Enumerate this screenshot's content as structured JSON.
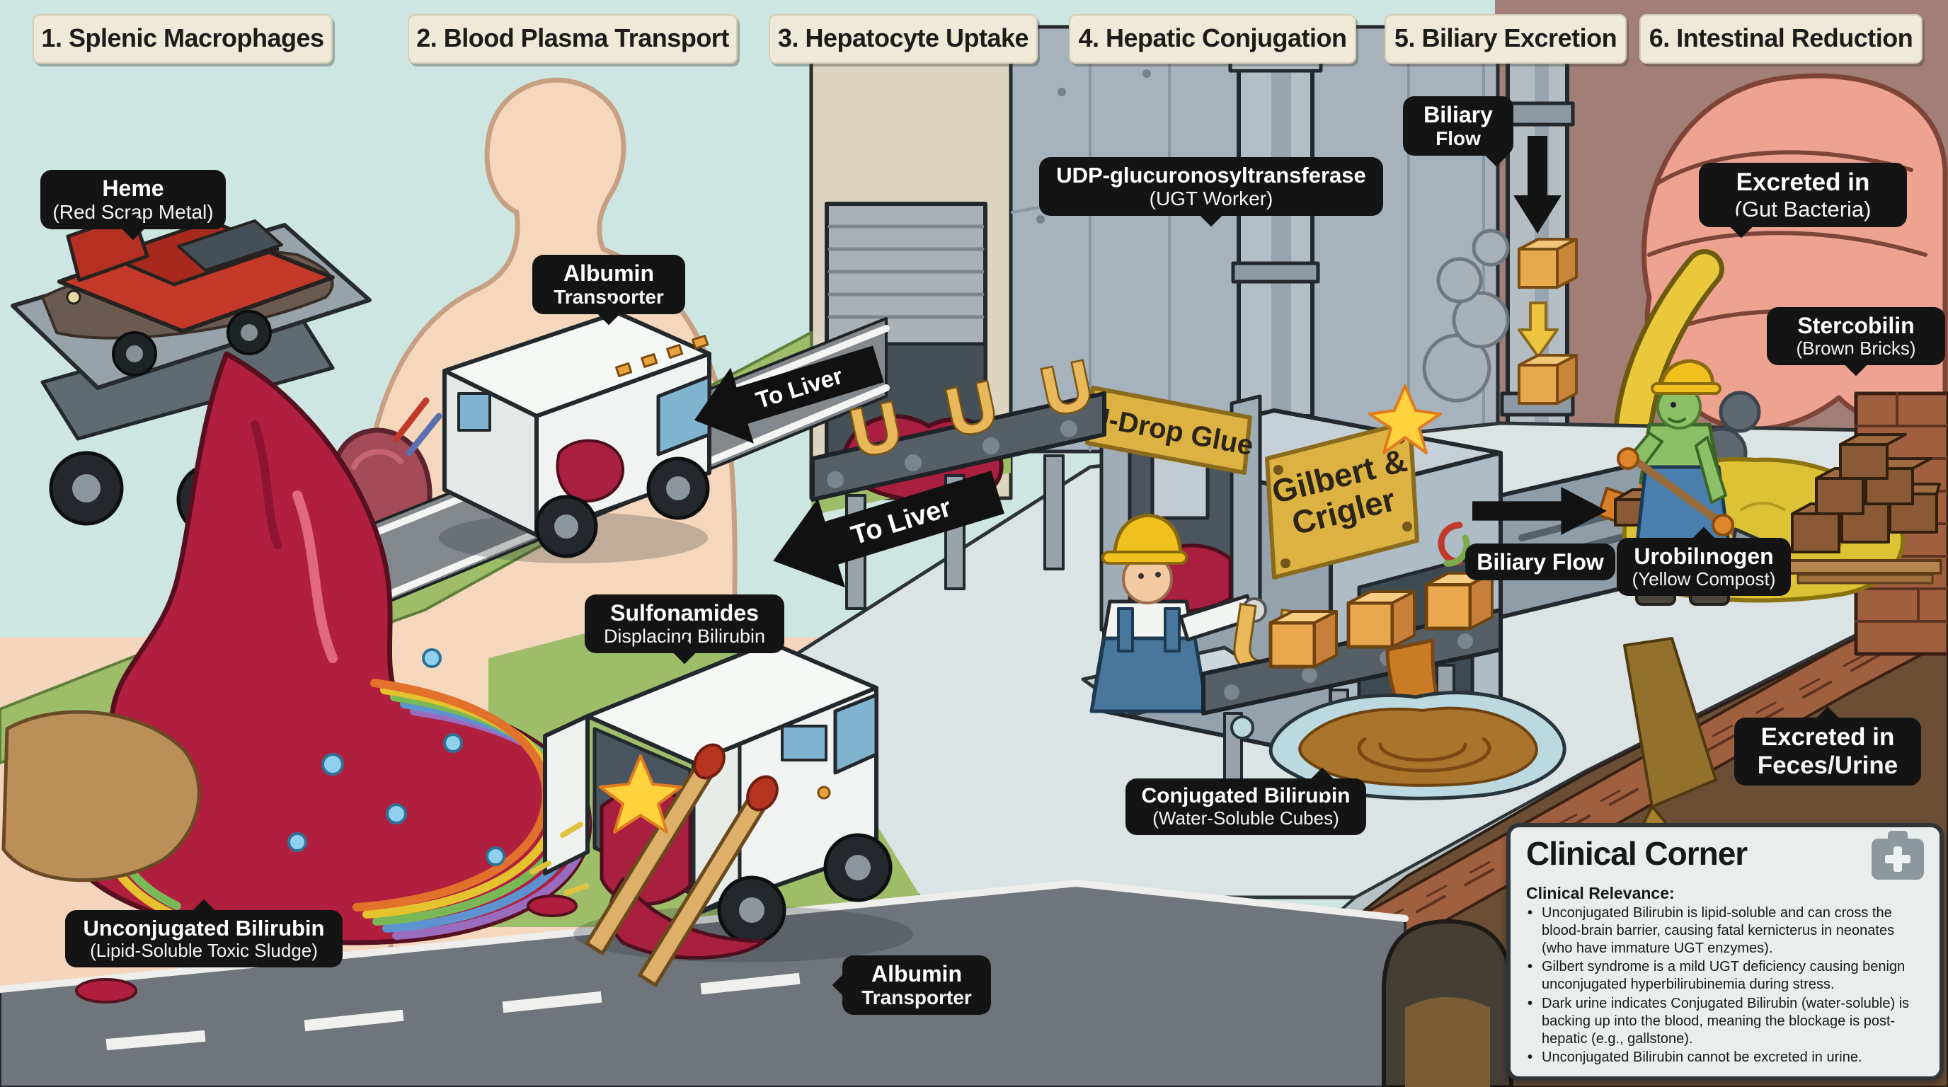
{
  "stages": [
    {
      "label": "1. Splenic Macrophages"
    },
    {
      "label": "2. Blood Plasma Transport"
    },
    {
      "label": "3. Hepatocyte Uptake"
    },
    {
      "label": "4. Hepatic Conjugation"
    },
    {
      "label": "5. Biliary Excretion"
    },
    {
      "label": "6. Intestinal Reduction"
    }
  ],
  "callouts": {
    "heme": {
      "line1": "Heme",
      "line2": "(Red Scrap Metal)"
    },
    "albumin_top": {
      "line1": "Albumin",
      "line2": "Transporter"
    },
    "sulfonamides": {
      "line1": "Sulfonamides",
      "line2": "Displacing Bilirubin"
    },
    "unconjugated": {
      "line1": "Unconjugated Bilirubin",
      "line2": "(Lipid-Soluble Toxic Sludge)"
    },
    "albumin_bottom": {
      "line1": "Albumin",
      "line2": "Transporter"
    },
    "udp": {
      "line1": "UDP-glucuronosyltransferase",
      "line2": "(UGT Worker)"
    },
    "biliary_top": {
      "line1": "Biliary",
      "line2": "Flow"
    },
    "conjugated": {
      "line1": "Conjugated Bilirubin",
      "line2": "(Water-Soluble Cubes)"
    },
    "biliary_flow": {
      "line1": "Biliary Flow"
    },
    "urobilinogen": {
      "line1": "Urobilinogen",
      "line2": "(Yellow Compost)"
    },
    "excreted_gut": {
      "line1": "Excreted in",
      "line2": "(Gut Bacteria)"
    },
    "stercobilin": {
      "line1": "Stercobilin",
      "line2": "(Brown Bricks)"
    },
    "excreted_feces": {
      "line1": "Excreted in",
      "line2": "Feces/Urine"
    }
  },
  "arrows": {
    "to_liver_upper": "To Liver",
    "to_liver_lower": "To Liver"
  },
  "machine": {
    "press_sign": "U-Drop Glue",
    "plaque_line1": "Gilbert &",
    "plaque_line2": "Crigler",
    "u_glyph": "U"
  },
  "clinical_corner": {
    "title": "Clinical Corner",
    "heading": "Clinical Relevance:",
    "icon": "first-aid-kit",
    "bullets": [
      "Unconjugated Bilirubin is lipid-soluble and can cross the blood-brain barrier, causing fatal kernicterus in neonates (who have immature UGT enzymes).",
      "Gilbert syndrome is a mild UGT deficiency causing benign unconjugated hyperbilirubinemia during stress.",
      "Dark urine indicates Conjugated Bilirubin (water-soluble) is backing up into the blood, meaning the blockage is post-hepatic (e.g., gallstone).",
      "Unconjugated Bilirubin cannot be excreted in urine."
    ]
  },
  "colors": {
    "sky": "#cde6e2",
    "label_bg": "#141414",
    "stage_chip_bg": "#efe9d7",
    "bilirubin_red": "#b01f3e",
    "conjugated_amber": "#eaa84e",
    "gold_sign": "#dcb342",
    "compost_yellow": "#ddc235",
    "factory_gray": "#a6b2bc",
    "brick": "#a0603f"
  }
}
